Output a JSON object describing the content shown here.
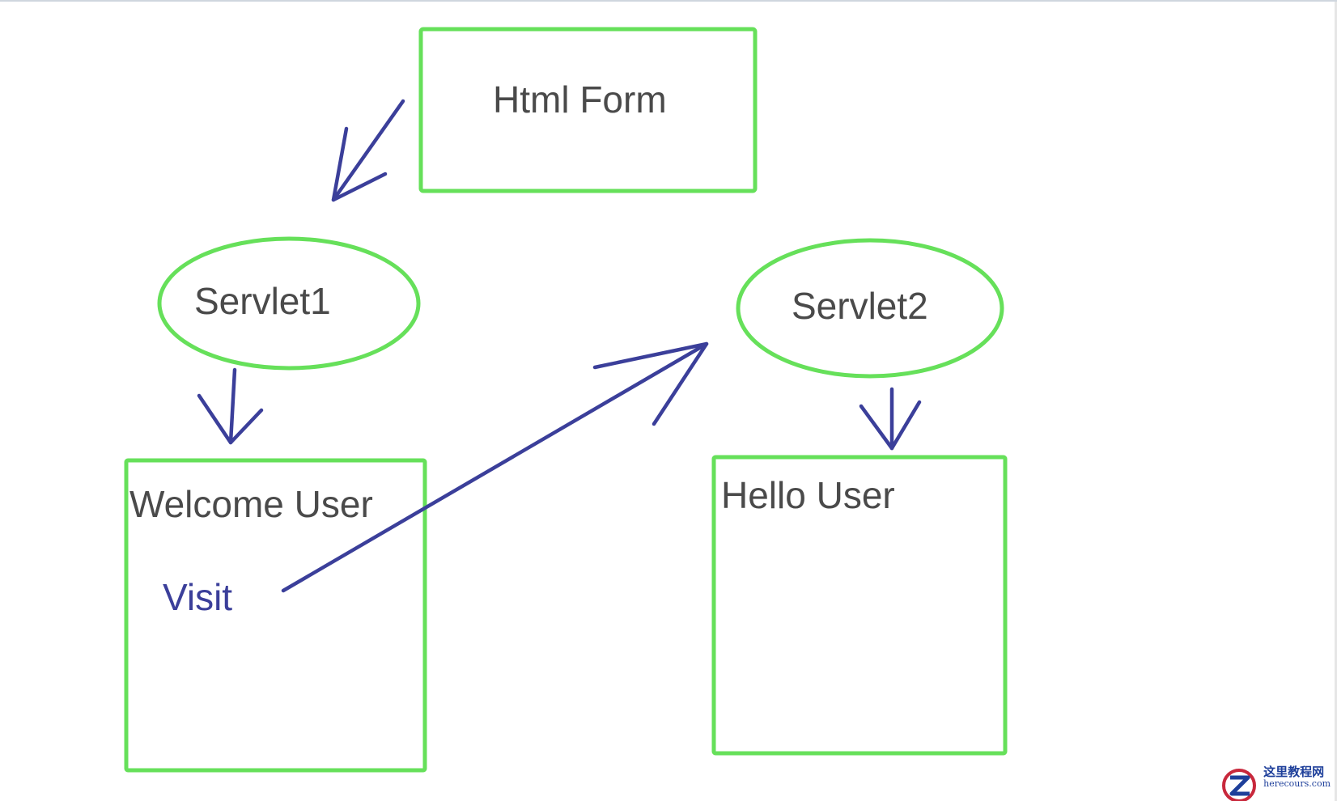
{
  "diagram": {
    "nodes": {
      "html_form": {
        "label": "Html Form"
      },
      "servlet1": {
        "label": "Servlet1"
      },
      "servlet2": {
        "label": "Servlet2"
      },
      "welcome_page": {
        "label": "Welcome User"
      },
      "hello_page": {
        "label": "Hello User"
      }
    },
    "links": {
      "visit": {
        "label": "Visit"
      }
    }
  },
  "colors": {
    "box_stroke": "#66e05a",
    "arrow_stroke": "#3b3f9a",
    "node_text": "#4a4a4a",
    "link_text": "#3b3f9a"
  },
  "watermark": {
    "icon": "zz-logo-icon",
    "name_cn": "这里教程网",
    "domain": "herecours.com"
  }
}
